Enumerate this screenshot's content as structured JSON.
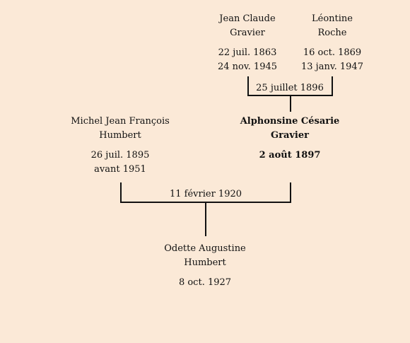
{
  "persons": {
    "father_parent": {
      "name_line1": "Jean Claude",
      "name_line2": "Gravier",
      "birth": "22 juil. 1863",
      "death": "24 nov. 1945"
    },
    "mother_parent": {
      "name_line1": "Léontine",
      "name_line2": "Roche",
      "birth": "16 oct. 1869",
      "death": "13 janv. 1947"
    },
    "husband": {
      "name_line1": "Michel Jean François",
      "name_line2": "Humbert",
      "birth": "26 juil. 1895",
      "death": "avant 1951"
    },
    "wife": {
      "name_line1": "Alphonsine Césarie",
      "name_line2": "Gravier",
      "birth": "2 août 1897"
    },
    "child": {
      "name_line1": "Odette Augustine",
      "name_line2": "Humbert",
      "birth": "8 oct. 1927"
    }
  },
  "marriages": {
    "parents": "25 juillet 1896",
    "couple": "11 février 1920"
  }
}
